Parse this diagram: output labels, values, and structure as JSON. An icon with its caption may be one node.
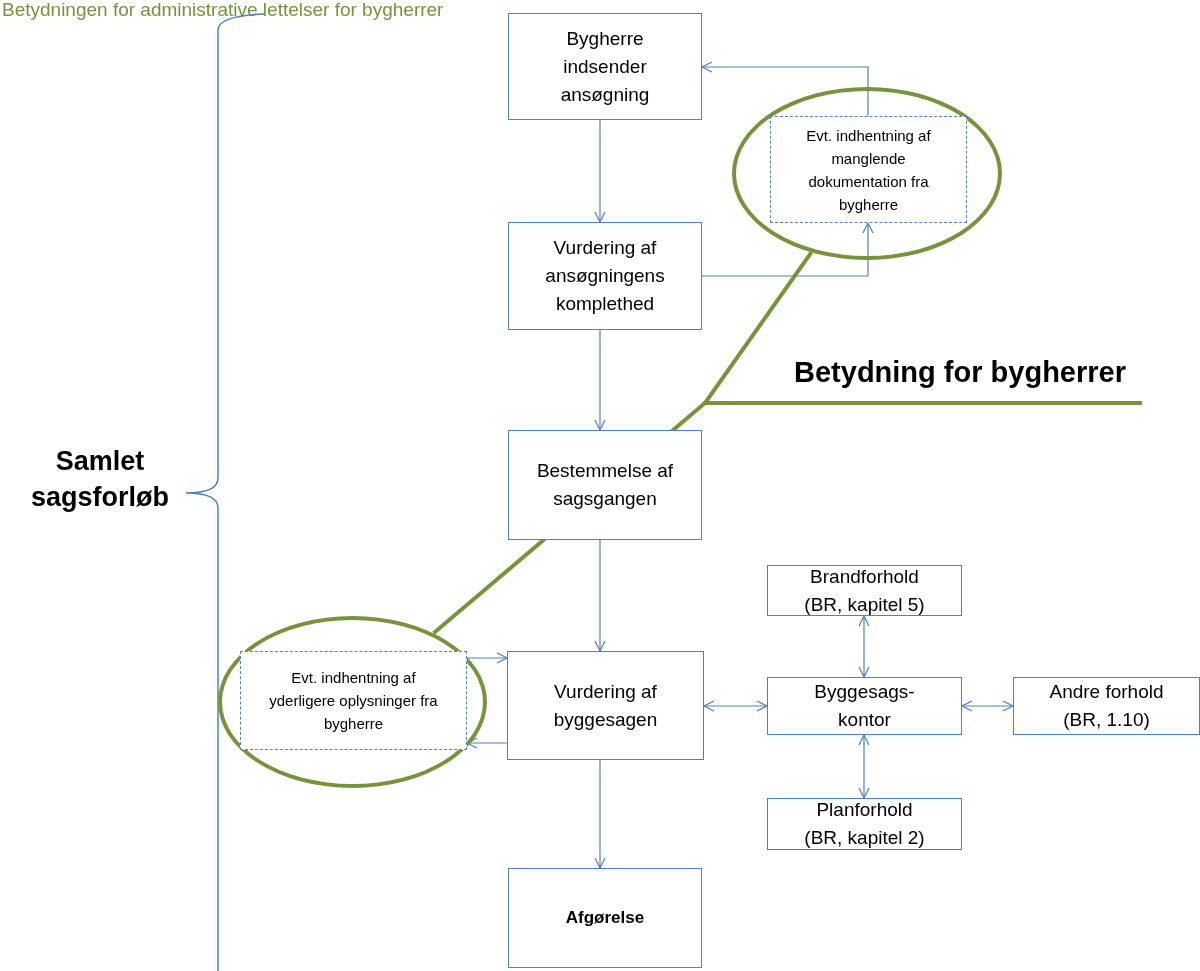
{
  "diagram": {
    "title": "Betydningen for administrative lettelser for bygherrer",
    "nodes": [
      {
        "text": [
          "Bygherre indsender ansøgning"
        ]
      },
      {
        "text": [],
        "shape": "ellipse"
      },
      {
        "text": [
          "Evt. indhentning af manglende dokumentation fra bygherre"
        ],
        "in": 1
      },
      {
        "text": [
          "Vurdering af ansøgningens komplethed"
        ]
      },
      {
        "text": [
          "Bestemmelse af sagsgangen"
        ]
      },
      {
        "text": [],
        "shape": "ellipse"
      },
      {
        "text": [
          "Evt. indhentning af yderligere oplysninger fra bygherre"
        ],
        "in": 5
      },
      {
        "text": [
          "Vurdering af byggesagen"
        ]
      },
      {
        "text": [
          "Brandforhold (BR, kapitel 5)"
        ]
      },
      {
        "text": [
          "Byggesags- kontor"
        ]
      },
      {
        "text": [
          "Andre forhold (BR, 1.10)"
        ]
      },
      {
        "text": [
          "Planforhold (BR, kapitel 2)"
        ]
      },
      {
        "text": [
          "Afgørelse"
        ]
      },
      {
        "text": [
          "Betydning for bygherrer"
        ]
      }
    ],
    "edges": [
      {
        "from": 0,
        "to": 3,
        "arrow": "to"
      },
      {
        "from": 3,
        "to": 2,
        "arrow": "to"
      },
      {
        "from": 2,
        "to": 0,
        "arrow": "to"
      },
      {
        "from": 3,
        "to": 4,
        "arrow": "to"
      },
      {
        "from": 4,
        "to": 7,
        "arrow": "to"
      },
      {
        "from": 6,
        "to": 7,
        "arrow": "to"
      },
      {
        "from": 7,
        "to": 6,
        "arrow": "to"
      },
      {
        "from": 7,
        "to": 9,
        "arrow": "both"
      },
      {
        "from": 9,
        "to": 8,
        "arrow": "both"
      },
      {
        "from": 9,
        "to": 10,
        "arrow": "both"
      },
      {
        "from": 9,
        "to": 11,
        "arrow": "both"
      },
      {
        "from": 7,
        "to": 12,
        "arrow": "to"
      },
      {
        "from": 13,
        "to": 1,
        "arrow": "none",
        "style": "thick",
        "color": "#77933c"
      },
      {
        "from": 13,
        "to": 5,
        "arrow": "none",
        "style": "thick",
        "color": "#77933c"
      }
    ],
    "labels": [
      "Samlet sagsforløb"
    ]
  }
}
